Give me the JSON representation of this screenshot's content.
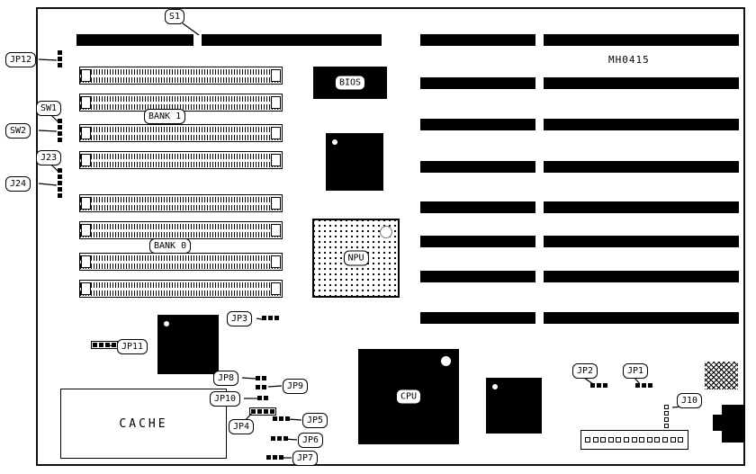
{
  "board": {
    "part_number": "MH0415"
  },
  "callouts": {
    "s1": "S1",
    "jp12": "JP12",
    "sw1": "SW1",
    "sw2": "SW2",
    "j23": "J23",
    "j24": "J24",
    "bank1": "BANK 1",
    "bank0": "BANK 0",
    "jp1": "JP1",
    "jp2": "JP2",
    "jp3": "JP3",
    "jp4": "JP4",
    "jp5": "JP5",
    "jp6": "JP6",
    "jp7": "JP7",
    "jp8": "JP8",
    "jp9": "JP9",
    "jp10": "JP10",
    "jp11": "JP11",
    "j10": "J10"
  },
  "chips": {
    "bios": "BIOS",
    "npu": "NPU",
    "cpu": "CPU",
    "cache": "CACHE"
  }
}
